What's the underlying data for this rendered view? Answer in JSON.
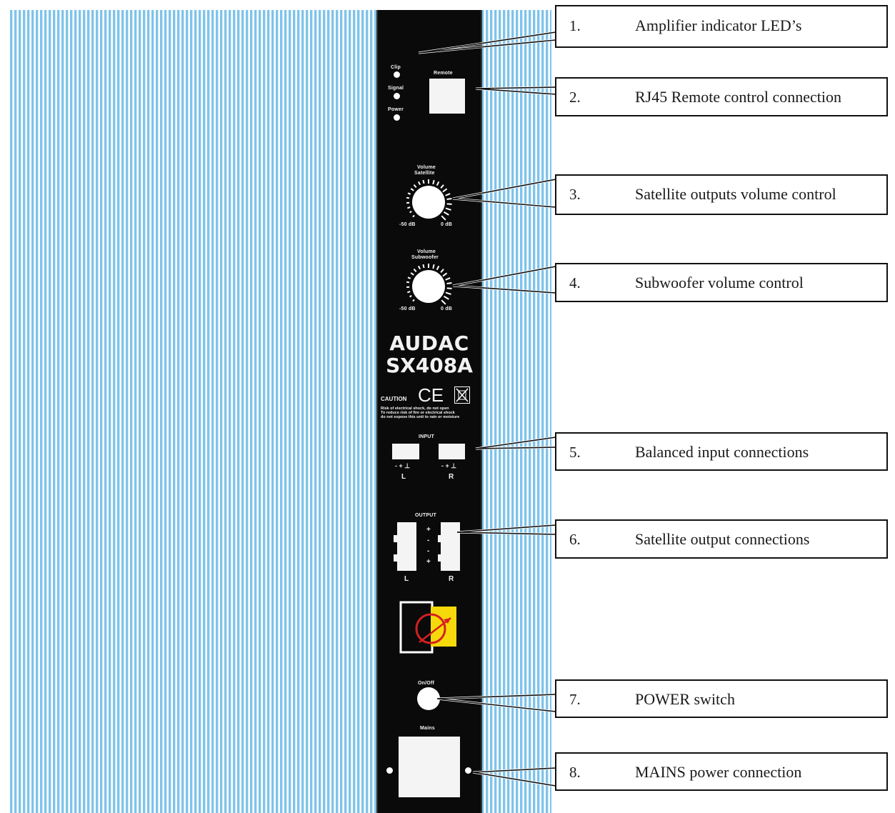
{
  "panel": {
    "led_labels": [
      "Clip",
      "Signal",
      "Power"
    ],
    "remote_label": "Remote",
    "volume_satellite_label": [
      "Volume",
      "Satellite"
    ],
    "volume_subwoofer_label": [
      "Volume",
      "Subwoofer"
    ],
    "knob_min_label": "-50 dB",
    "knob_max_label": "0 dB",
    "brand": "AUDAC",
    "model": "SX408A",
    "caution_label": "CAUTION",
    "ce_mark": "CE",
    "caution_text": [
      "Risk of electrical shock, do not open",
      "To reduce risk of fire or electrical shock",
      "do not expose this unit to rain or moisture"
    ],
    "input_label": "INPUT",
    "input_pins": "- + ⊥",
    "left_label": "L",
    "right_label": "R",
    "output_label": "OUTPUT",
    "output_signs": [
      "+",
      "-",
      "-",
      "+"
    ],
    "onoff_label": "On/Off",
    "mains_label": "Mains"
  },
  "callouts": [
    {
      "number": "1.",
      "text": "Amplifier indicator  LED’s"
    },
    {
      "number": "2.",
      "text": "RJ45 Remote control connection"
    },
    {
      "number": "3.",
      "text": "Satellite outputs volume control"
    },
    {
      "number": "4.",
      "text": "Subwoofer volume control"
    },
    {
      "number": "5.",
      "text": "Balanced input connections"
    },
    {
      "number": "6.",
      "text": "Satellite output connections"
    },
    {
      "number": "7.",
      "text": "POWER switch"
    },
    {
      "number": "8.",
      "text": "MAINS power connection"
    }
  ],
  "colors": {
    "heatsink_fin": "#7fc3ea",
    "panel": "#0a0a0a",
    "fuse_red": "#d42020",
    "fuse_yellow": "#f5d90a"
  }
}
